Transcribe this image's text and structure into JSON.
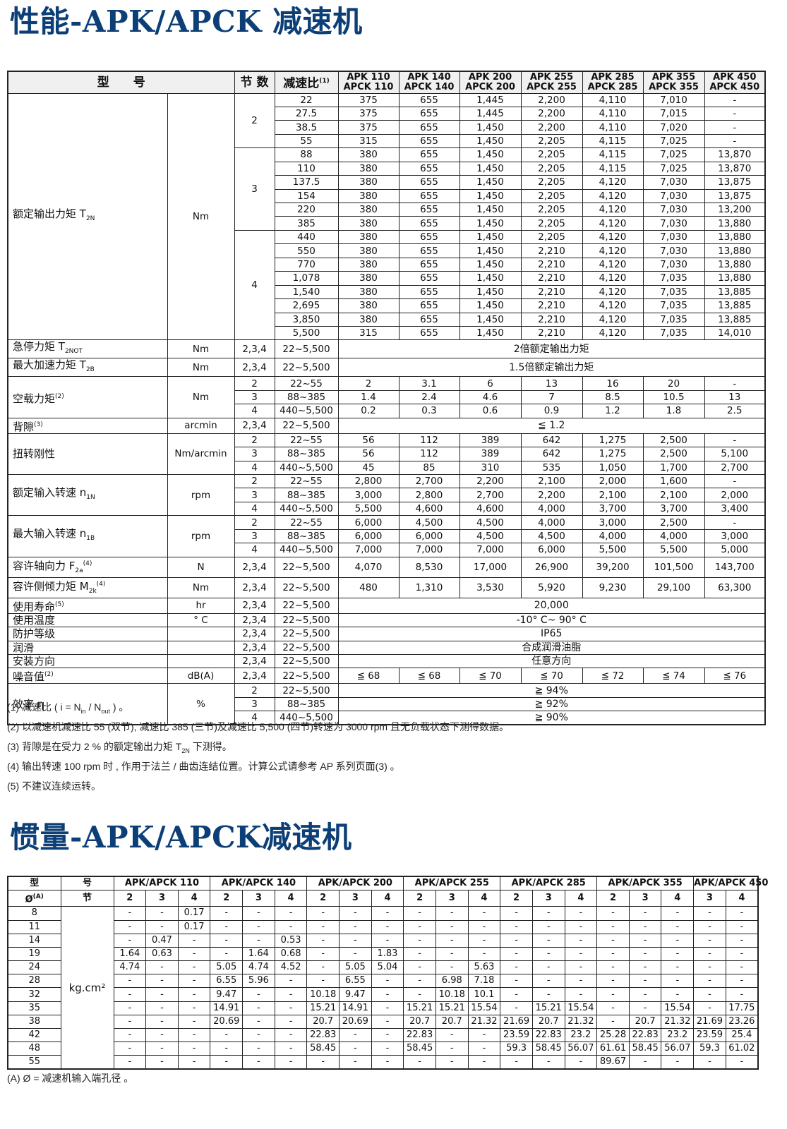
{
  "page": {
    "title1": "性能-APK/APCK 减速机",
    "title2": "惯量-APK/APCK减速机"
  },
  "perf": {
    "header": {
      "model": "型　　号",
      "stages": "节 数",
      "ratio": "减速比",
      "ratio_note": "(1)",
      "models": [
        "APK 110\nAPCK 110",
        "APK 140\nAPCK 140",
        "APK 200\nAPCK 200",
        "APK 255\nAPCK 255",
        "APK 285\nAPCK 285",
        "APK 355\nAPCK 355",
        "APK 450\nAPCK 450"
      ]
    },
    "rated_torque": {
      "label": "额定输出力矩 T",
      "sub": "2N",
      "unit": "Nm",
      "groups": [
        {
          "stage": "2",
          "rows": [
            {
              "ratio": "22",
              "v": [
                "375",
                "655",
                "1,445",
                "2,200",
                "4,110",
                "7,010",
                "-"
              ]
            },
            {
              "ratio": "27.5",
              "v": [
                "375",
                "655",
                "1,445",
                "2,200",
                "4,110",
                "7,015",
                "-"
              ]
            },
            {
              "ratio": "38.5",
              "v": [
                "375",
                "655",
                "1,450",
                "2,200",
                "4,110",
                "7,020",
                "-"
              ]
            },
            {
              "ratio": "55",
              "v": [
                "315",
                "655",
                "1,450",
                "2,205",
                "4,115",
                "7,025",
                "-"
              ]
            }
          ]
        },
        {
          "stage": "3",
          "rows": [
            {
              "ratio": "88",
              "v": [
                "380",
                "655",
                "1,450",
                "2,205",
                "4,115",
                "7,025",
                "13,870"
              ]
            },
            {
              "ratio": "110",
              "v": [
                "380",
                "655",
                "1,450",
                "2,205",
                "4,115",
                "7,025",
                "13,870"
              ]
            },
            {
              "ratio": "137.5",
              "v": [
                "380",
                "655",
                "1,450",
                "2,205",
                "4,120",
                "7,030",
                "13,875"
              ]
            },
            {
              "ratio": "154",
              "v": [
                "380",
                "655",
                "1,450",
                "2,205",
                "4,120",
                "7,030",
                "13,875"
              ]
            },
            {
              "ratio": "220",
              "v": [
                "380",
                "655",
                "1,450",
                "2,205",
                "4,120",
                "7,030",
                "13,200"
              ]
            },
            {
              "ratio": "385",
              "v": [
                "380",
                "655",
                "1,450",
                "2,205",
                "4,120",
                "7,030",
                "13,880"
              ]
            }
          ]
        },
        {
          "stage": "4",
          "rows": [
            {
              "ratio": "440",
              "v": [
                "380",
                "655",
                "1,450",
                "2,205",
                "4,120",
                "7,030",
                "13,880"
              ]
            },
            {
              "ratio": "550",
              "v": [
                "380",
                "655",
                "1,450",
                "2,210",
                "4,120",
                "7,030",
                "13,880"
              ]
            },
            {
              "ratio": "770",
              "v": [
                "380",
                "655",
                "1,450",
                "2,210",
                "4,120",
                "7,030",
                "13,880"
              ]
            },
            {
              "ratio": "1,078",
              "v": [
                "380",
                "655",
                "1,450",
                "2,210",
                "4,120",
                "7,035",
                "13,880"
              ]
            },
            {
              "ratio": "1,540",
              "v": [
                "380",
                "655",
                "1,450",
                "2,210",
                "4,120",
                "7,035",
                "13,885"
              ]
            },
            {
              "ratio": "2,695",
              "v": [
                "380",
                "655",
                "1,450",
                "2,210",
                "4,120",
                "7,035",
                "13,885"
              ]
            },
            {
              "ratio": "3,850",
              "v": [
                "380",
                "655",
                "1,450",
                "2,210",
                "4,120",
                "7,035",
                "13,885"
              ]
            },
            {
              "ratio": "5,500",
              "v": [
                "315",
                "655",
                "1,450",
                "2,210",
                "4,120",
                "7,035",
                "14,010"
              ]
            }
          ]
        }
      ]
    },
    "single_rows": [
      {
        "label": "急停力矩 T",
        "sub": "2NOT",
        "sup": "",
        "unit": "Nm",
        "stage": "2,3,4",
        "ratio": "22~5,500",
        "span": "2倍额定输出力矩"
      },
      {
        "label": "最大加速力矩 T",
        "sub": "2B",
        "sup": "",
        "unit": "Nm",
        "stage": "2,3,4",
        "ratio": "22~5,500",
        "span": "1.5倍额定输出力矩"
      }
    ],
    "no_load_torque": {
      "label": "空载力矩",
      "sup": "(2)",
      "unit": "Nm",
      "rows": [
        {
          "stage": "2",
          "ratio": "22~55",
          "v": [
            "2",
            "3.1",
            "6",
            "13",
            "16",
            "20",
            "-"
          ]
        },
        {
          "stage": "3",
          "ratio": "88~385",
          "v": [
            "1.4",
            "2.4",
            "4.6",
            "7",
            "8.5",
            "10.5",
            "13"
          ]
        },
        {
          "stage": "4",
          "ratio": "440~5,500",
          "v": [
            "0.2",
            "0.3",
            "0.6",
            "0.9",
            "1.2",
            "1.8",
            "2.5"
          ]
        }
      ]
    },
    "backlash": {
      "label": "背隙",
      "sup": "(3)",
      "unit": "arcmin",
      "stage": "2,3,4",
      "ratio": "22~5,500",
      "span": "≦ 1.2"
    },
    "torsional_rigidity": {
      "label": "扭转刚性",
      "unit": "Nm/arcmin",
      "rows": [
        {
          "stage": "2",
          "ratio": "22~55",
          "v": [
            "56",
            "112",
            "389",
            "642",
            "1,275",
            "2,500",
            "-"
          ]
        },
        {
          "stage": "3",
          "ratio": "88~385",
          "v": [
            "56",
            "112",
            "389",
            "642",
            "1,275",
            "2,500",
            "5,100"
          ]
        },
        {
          "stage": "4",
          "ratio": "440~5,500",
          "v": [
            "45",
            "85",
            "310",
            "535",
            "1,050",
            "1,700",
            "2,700"
          ]
        }
      ]
    },
    "rated_input_speed": {
      "label": "额定输入转速 n",
      "sub": "1N",
      "unit": "rpm",
      "rows": [
        {
          "stage": "2",
          "ratio": "22~55",
          "v": [
            "2,800",
            "2,700",
            "2,200",
            "2,100",
            "2,000",
            "1,600",
            "-"
          ]
        },
        {
          "stage": "3",
          "ratio": "88~385",
          "v": [
            "3,000",
            "2,800",
            "2,700",
            "2,200",
            "2,100",
            "2,100",
            "2,000"
          ]
        },
        {
          "stage": "4",
          "ratio": "440~5,500",
          "v": [
            "5,500",
            "4,600",
            "4,600",
            "4,000",
            "3,700",
            "3,700",
            "3,400"
          ]
        }
      ]
    },
    "max_input_speed": {
      "label": "最大输入转速 n",
      "sub": "1B",
      "unit": "rpm",
      "rows": [
        {
          "stage": "2",
          "ratio": "22~55",
          "v": [
            "6,000",
            "4,500",
            "4,500",
            "4,000",
            "3,000",
            "2,500",
            "-"
          ]
        },
        {
          "stage": "3",
          "ratio": "88~385",
          "v": [
            "6,000",
            "6,000",
            "4,500",
            "4,500",
            "4,000",
            "4,000",
            "3,000"
          ]
        },
        {
          "stage": "4",
          "ratio": "440~5,500",
          "v": [
            "7,000",
            "7,000",
            "7,000",
            "6,000",
            "5,500",
            "5,500",
            "5,000"
          ]
        }
      ]
    },
    "axial_force": {
      "label": "容许轴向力 F",
      "sub": "2a",
      "sup": "(4)",
      "unit": "N",
      "stage": "2,3,4",
      "ratio": "22~5,500",
      "v": [
        "4,070",
        "8,530",
        "17,000",
        "26,900",
        "39,200",
        "101,500",
        "143,700"
      ]
    },
    "tilt_moment": {
      "label": "容许侧倾力矩 M",
      "sub": "2k",
      "sup": "(4)",
      "unit": "Nm",
      "stage": "2,3,4",
      "ratio": "22~5,500",
      "v": [
        "480",
        "1,310",
        "3,530",
        "5,920",
        "9,230",
        "29,100",
        "63,300"
      ]
    },
    "span_rows": [
      {
        "label": "使用寿命",
        "sup": "(5)",
        "unit": "hr",
        "stage": "2,3,4",
        "ratio": "22~5,500",
        "span": "20,000"
      },
      {
        "label": "使用温度",
        "sup": "",
        "unit": "° C",
        "stage": "2,3,4",
        "ratio": "22~5,500",
        "span": "-10° C~ 90° C"
      },
      {
        "label": "防护等级",
        "sup": "",
        "unit": "",
        "stage": "2,3,4",
        "ratio": "22~5,500",
        "span": "IP65"
      },
      {
        "label": "润滑",
        "sup": "",
        "unit": "",
        "stage": "2,3,4",
        "ratio": "22~5,500",
        "span": "合成润滑油脂"
      },
      {
        "label": "安装方向",
        "sup": "",
        "unit": "",
        "stage": "2,3,4",
        "ratio": "22~5,500",
        "span": "任意方向"
      }
    ],
    "noise": {
      "label": "噪音值",
      "sup": "(2)",
      "unit": "dB(A)",
      "stage": "2,3,4",
      "ratio": "22~5,500",
      "v": [
        "≦ 68",
        "≦ 68",
        "≦ 70",
        "≦ 70",
        "≦ 72",
        "≦ 74",
        "≦ 76"
      ]
    },
    "efficiency": {
      "label": "效率 η",
      "unit": "%",
      "rows": [
        {
          "stage": "2",
          "ratio": "22~5,500",
          "span": "≧ 94%"
        },
        {
          "stage": "3",
          "ratio": "88~385",
          "span": "≧ 92%"
        },
        {
          "stage": "4",
          "ratio": "440~5,500",
          "span": "≧ 90%"
        }
      ]
    }
  },
  "notes": [
    "(1) 减速比 ( i = N_in / N_out ) 。",
    "(2) 以减速机减速比  55 (双节), 减速比 385 (三节)及减速比 5,500 (四节)转速为  3000 rpm  且无负载状态下测得数据。",
    "(3) 背隙是在受力  2 %  的额定输出力矩  T_2N 下测得。",
    "(4) 输出转速 100 rpm  时  , 作用于法兰 / 曲齿连结位置。计算公式请参考 AP 系列页面(3) 。",
    "(5) 不建议连续运转。"
  ],
  "inertia": {
    "header": {
      "model": "型",
      "model2": "号",
      "dia": "Ø",
      "dia_note": "(A)",
      "stage": "节",
      "unit": "kg.cm²",
      "groups": [
        {
          "name": "APK/APCK 110",
          "stages": [
            "2",
            "3",
            "4"
          ]
        },
        {
          "name": "APK/APCK 140",
          "stages": [
            "2",
            "3",
            "4"
          ]
        },
        {
          "name": "APK/APCK 200",
          "stages": [
            "2",
            "3",
            "4"
          ]
        },
        {
          "name": "APK/APCK 255",
          "stages": [
            "2",
            "3",
            "4"
          ]
        },
        {
          "name": "APK/APCK 285",
          "stages": [
            "2",
            "3",
            "4"
          ]
        },
        {
          "name": "APK/APCK 355",
          "stages": [
            "2",
            "3",
            "4"
          ]
        },
        {
          "name": "APK/APCK 450",
          "stages": [
            "3",
            "4"
          ]
        }
      ]
    },
    "rows": [
      {
        "d": "8",
        "v": [
          "-",
          "-",
          "0.17",
          "-",
          "-",
          "-",
          "-",
          "-",
          "-",
          "-",
          "-",
          "-",
          "-",
          "-",
          "-",
          "-",
          "-",
          "-",
          "-",
          "-"
        ]
      },
      {
        "d": "11",
        "v": [
          "-",
          "-",
          "0.17",
          "-",
          "-",
          "-",
          "-",
          "-",
          "-",
          "-",
          "-",
          "-",
          "-",
          "-",
          "-",
          "-",
          "-",
          "-",
          "-",
          "-"
        ]
      },
      {
        "d": "14",
        "v": [
          "-",
          "0.47",
          "-",
          "-",
          "-",
          "0.53",
          "-",
          "-",
          "-",
          "-",
          "-",
          "-",
          "-",
          "-",
          "-",
          "-",
          "-",
          "-",
          "-",
          "-"
        ]
      },
      {
        "d": "19",
        "v": [
          "1.64",
          "0.63",
          "-",
          "-",
          "1.64",
          "0.68",
          "-",
          "-",
          "1.83",
          "-",
          "-",
          "-",
          "-",
          "-",
          "-",
          "-",
          "-",
          "-",
          "-",
          "-"
        ]
      },
      {
        "d": "24",
        "v": [
          "4.74",
          "-",
          "-",
          "5.05",
          "4.74",
          "4.52",
          "-",
          "5.05",
          "5.04",
          "-",
          "-",
          "5.63",
          "-",
          "-",
          "-",
          "-",
          "-",
          "-",
          "-",
          "-"
        ]
      },
      {
        "d": "28",
        "v": [
          "-",
          "-",
          "-",
          "6.55",
          "5.96",
          "-",
          "-",
          "6.55",
          "-",
          "-",
          "6.98",
          "7.18",
          "-",
          "-",
          "-",
          "-",
          "-",
          "-",
          "-",
          "-"
        ]
      },
      {
        "d": "32",
        "v": [
          "-",
          "-",
          "-",
          "9.47",
          "-",
          "-",
          "10.18",
          "9.47",
          "-",
          "-",
          "10.18",
          "10.1",
          "-",
          "-",
          "-",
          "-",
          "-",
          "-",
          "-",
          "-"
        ]
      },
      {
        "d": "35",
        "v": [
          "-",
          "-",
          "-",
          "14.91",
          "-",
          "-",
          "15.21",
          "14.91",
          "-",
          "15.21",
          "15.21",
          "15.54",
          "-",
          "15.21",
          "15.54",
          "-",
          "-",
          "15.54",
          "-",
          "17.75"
        ]
      },
      {
        "d": "38",
        "v": [
          "-",
          "-",
          "-",
          "20.69",
          "-",
          "-",
          "20.7",
          "20.69",
          "-",
          "20.7",
          "20.7",
          "21.32",
          "21.69",
          "20.7",
          "21.32",
          "-",
          "20.7",
          "21.32",
          "21.69",
          "23.26"
        ]
      },
      {
        "d": "42",
        "v": [
          "-",
          "-",
          "-",
          "-",
          "-",
          "-",
          "22.83",
          "-",
          "-",
          "22.83",
          "-",
          "-",
          "23.59",
          "22.83",
          "23.2",
          "25.28",
          "22.83",
          "23.2",
          "23.59",
          "25.4"
        ]
      },
      {
        "d": "48",
        "v": [
          "-",
          "-",
          "-",
          "-",
          "-",
          "-",
          "58.45",
          "-",
          "-",
          "58.45",
          "-",
          "-",
          "59.3",
          "58.45",
          "56.07",
          "61.61",
          "58.45",
          "56.07",
          "59.3",
          "61.02"
        ]
      },
      {
        "d": "55",
        "v": [
          "-",
          "-",
          "-",
          "-",
          "-",
          "-",
          "-",
          "-",
          "-",
          "-",
          "-",
          "-",
          "-",
          "-",
          "-",
          "89.67",
          "-",
          "-",
          "-",
          "-"
        ]
      }
    ],
    "footnote": "(A)  Ø = 减速机输入端孔径 。"
  }
}
